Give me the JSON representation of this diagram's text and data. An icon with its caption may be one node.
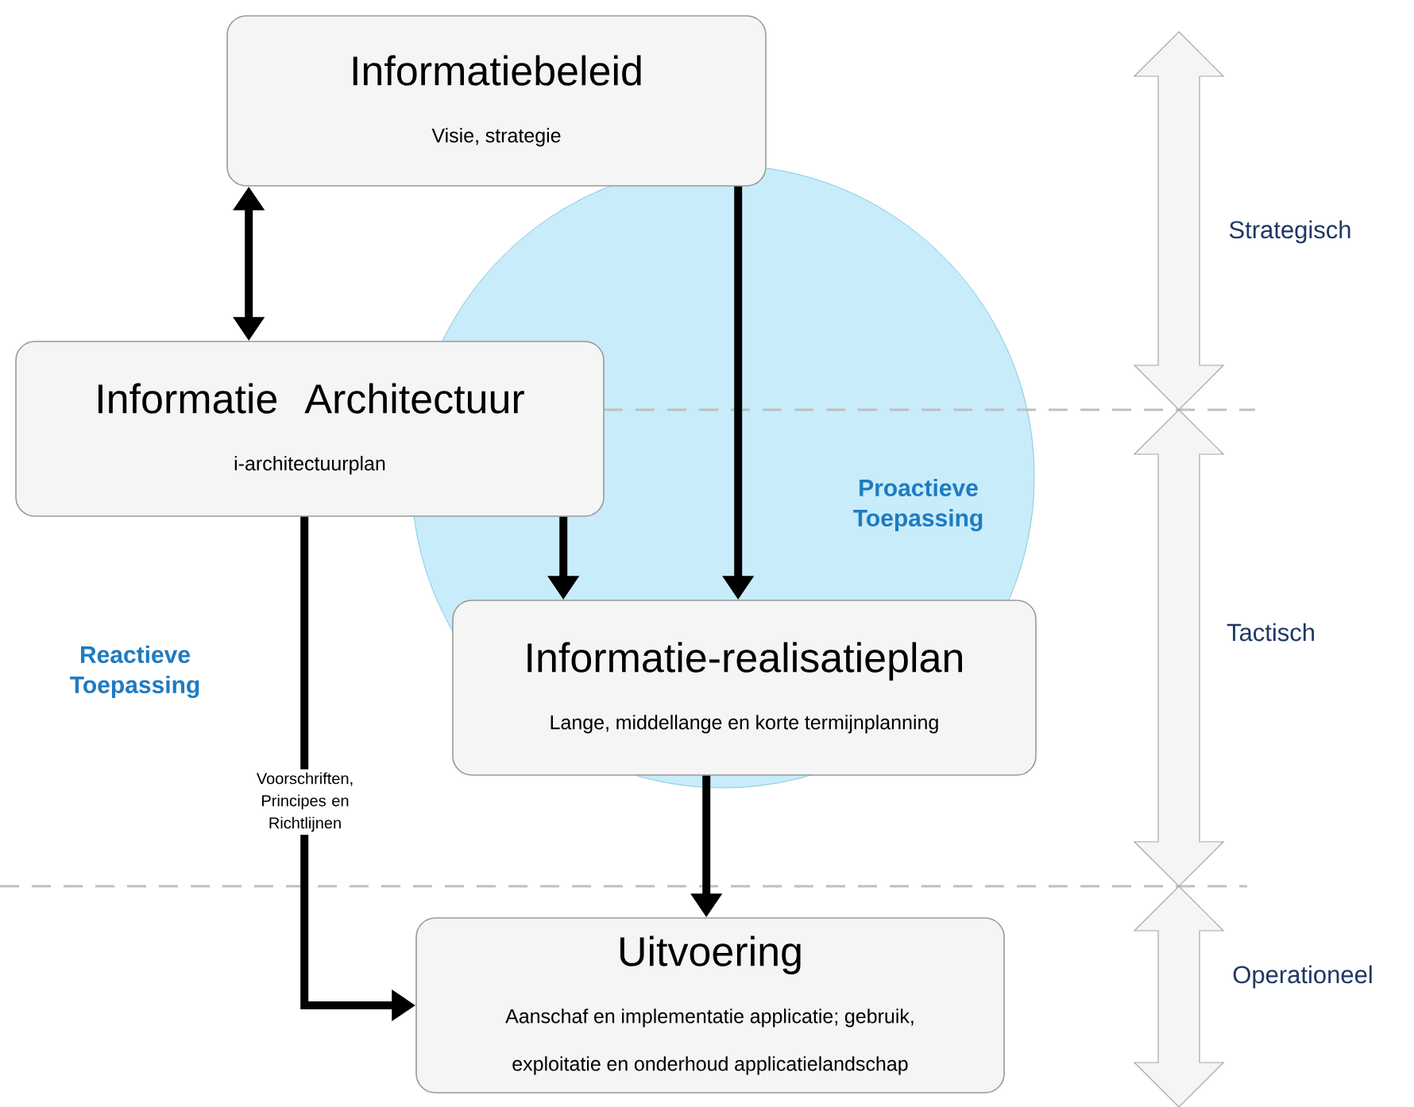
{
  "diagram": {
    "nodes": [
      {
        "text": [
          "Informatiebeleid",
          "Visie, strategie"
        ]
      },
      {
        "text": [
          "Informatie Architectuur",
          "i-architectuurplan"
        ]
      },
      {
        "text": [
          "Informatie-realisatieplan",
          "Lange, middellange en korte termijnplanning"
        ]
      },
      {
        "text": [
          "Uitvoering",
          "Aanschaf en implementatie applicatie; gebruik, exploitatie en onderhoud applicatielandschap"
        ]
      }
    ],
    "edges": [
      {
        "from": 0,
        "to": 1,
        "arrow": "both"
      },
      {
        "from": 1,
        "to": 2,
        "arrow": "to"
      },
      {
        "from": 0,
        "to": 2,
        "arrow": "to"
      },
      {
        "from": 2,
        "to": 3,
        "arrow": "to"
      },
      {
        "from": 1,
        "to": 3,
        "arrow": "to",
        "label": "Voorschriften, Principes en Richtlijnen"
      }
    ],
    "labels": [
      "Strategisch",
      "Proactieve Toepassing",
      "Reactieve Toepassing",
      "Tactisch",
      "Operationeel"
    ]
  }
}
